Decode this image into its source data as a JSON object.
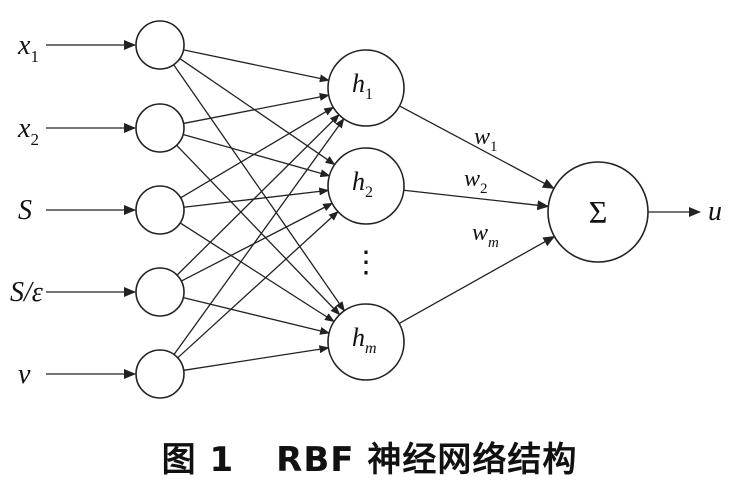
{
  "diagram": {
    "inputs": [
      {
        "base": "x",
        "sub": "1"
      },
      {
        "base": "x",
        "sub": "2"
      },
      {
        "base": "S",
        "sub": ""
      },
      {
        "base": "S/ε",
        "sub": ""
      },
      {
        "base": "v",
        "sub": ""
      }
    ],
    "hidden": [
      {
        "base": "h",
        "sub": "1"
      },
      {
        "base": "h",
        "sub": "2"
      },
      {
        "base": "h",
        "sub": "m"
      }
    ],
    "hidden_ellipsis": "⋮",
    "weights": [
      {
        "base": "w",
        "sub": "1"
      },
      {
        "base": "w",
        "sub": "2"
      },
      {
        "base": "w",
        "sub": "m"
      }
    ],
    "sum_symbol": "Σ",
    "output": "u"
  },
  "caption": {
    "figure": "图 1",
    "title": "RBF 神经网络结构"
  },
  "colors": {
    "stroke": "#222222",
    "text": "#111111",
    "background": "#ffffff"
  }
}
